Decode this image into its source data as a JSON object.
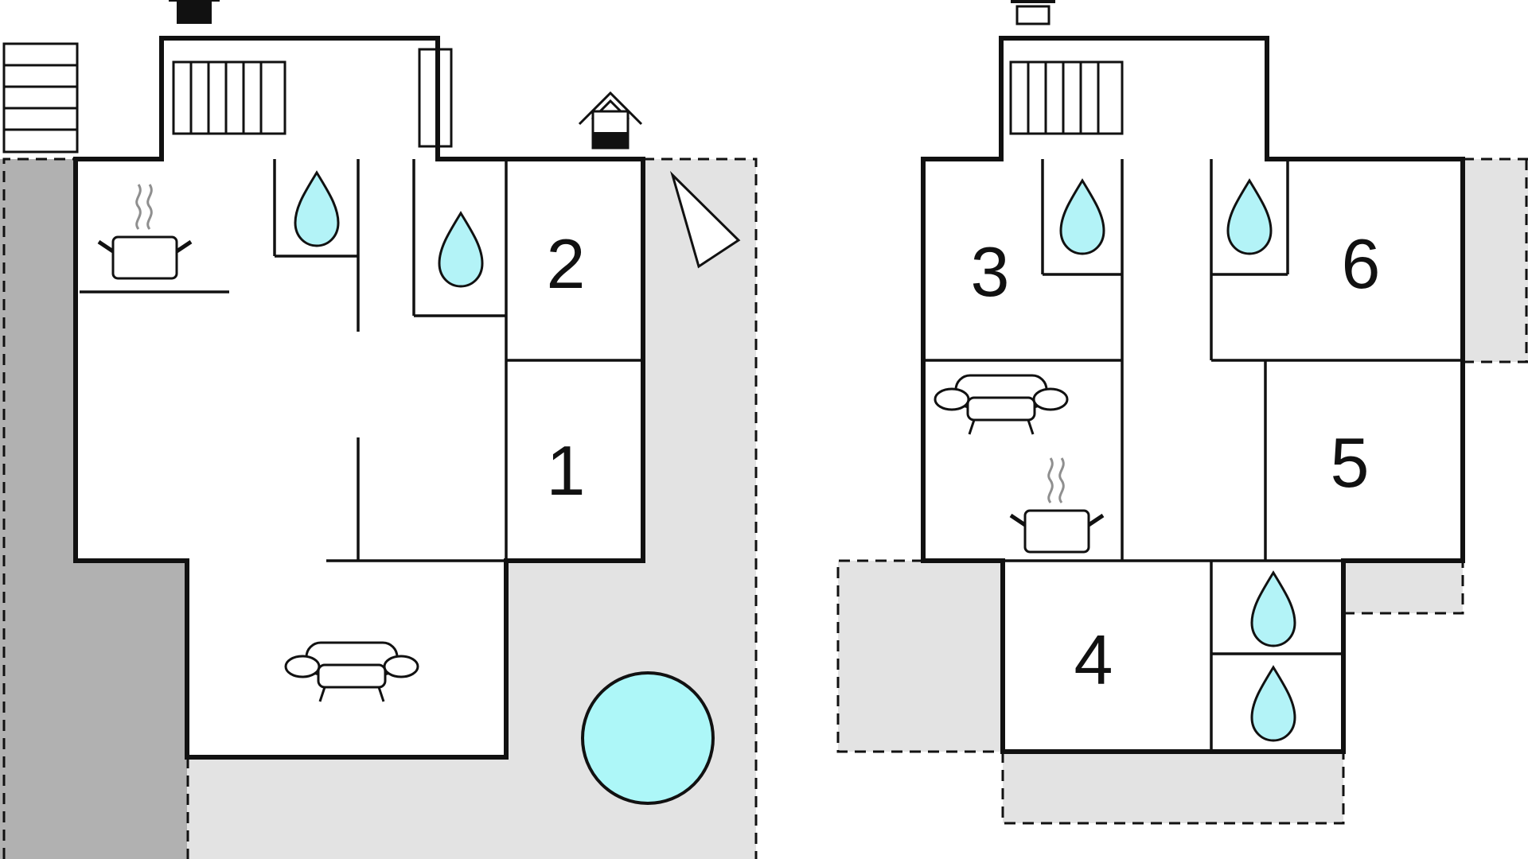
{
  "floor_plan": {
    "ground_floor": {
      "rooms": [
        {
          "label": "1"
        },
        {
          "label": "2"
        }
      ],
      "icons": [
        "kitchen-pot-icon",
        "bathroom-drop-icon",
        "bathroom-drop-icon",
        "sofa-icon",
        "pool-icon",
        "grill-icon",
        "well-icon",
        "north-arrow-icon",
        "outdoor-steps-icon",
        "radiator-icon"
      ]
    },
    "upper_floor": {
      "rooms": [
        {
          "label": "3"
        },
        {
          "label": "4"
        },
        {
          "label": "5"
        },
        {
          "label": "6"
        }
      ],
      "icons": [
        "bathroom-drop-icon",
        "bathroom-drop-icon",
        "bathroom-drop-icon",
        "bathroom-drop-icon",
        "sofa-icon",
        "kitchen-pot-icon",
        "radiator-icon",
        "grill-icon"
      ]
    },
    "colors": {
      "terrace": "#e3e3e3",
      "lawn": "#b1b1b1",
      "water": "#b3f3f7",
      "walls": "#111111"
    }
  }
}
